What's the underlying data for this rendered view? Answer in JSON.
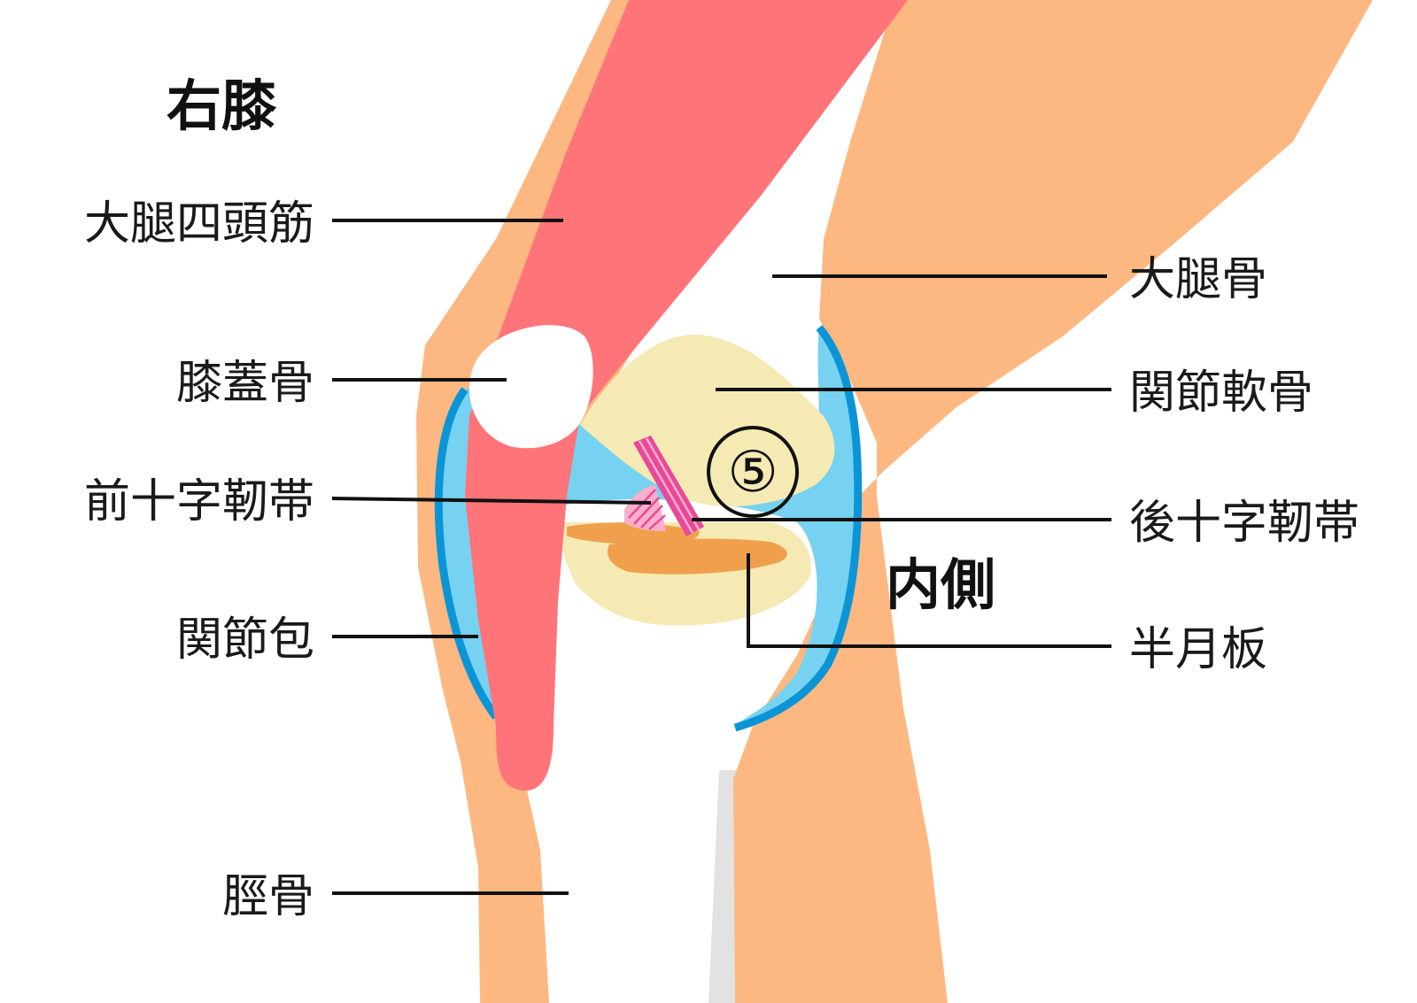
{
  "title": "右膝",
  "side_label": "内側",
  "marker": "⑤",
  "labels": {
    "quadriceps": "大腿四頭筋",
    "patella": "膝蓋骨",
    "acl": "前十字靭帯",
    "capsule": "関節包",
    "tibia": "脛骨",
    "femur": "大腿骨",
    "cartilage": "関節軟骨",
    "pcl": "後十字靭帯",
    "meniscus": "半月板"
  },
  "colors": {
    "skin": "#FDB882",
    "muscle": "#FF7479",
    "cartilage": "#F5EAB3",
    "synovial": "#76D2F0",
    "capsule_line": "#0B95D6",
    "meniscus": "#F0A04C",
    "ligament": "#E9489B",
    "bone_white": "#FFFFFF",
    "fibula_gray": "#E2E2E2"
  }
}
